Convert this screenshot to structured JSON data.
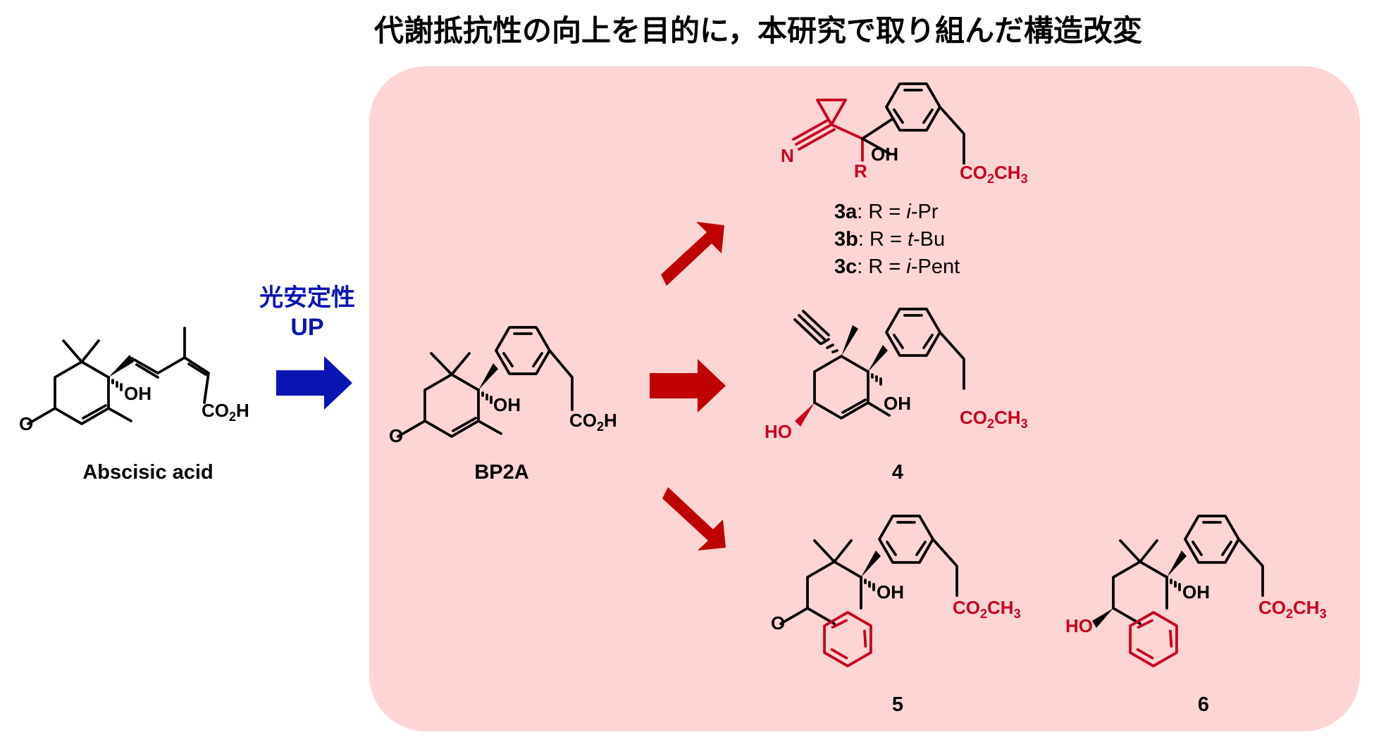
{
  "title": "代謝抵抗性の向上を目的に，本研究で取り組んだ構造改変",
  "arrow_label": {
    "line1": "光安定性",
    "line2": "UP"
  },
  "colors": {
    "panel": "#fdd5d5",
    "highlight": "#c8001e",
    "arrow_blue": "#0a14b4",
    "arrow_red": "#c00000"
  },
  "compounds": {
    "aba": {
      "name": "Abscisic acid"
    },
    "bp2a": {
      "name": "BP2A"
    },
    "c3": {
      "variants": [
        {
          "id": "3a",
          "sep": ": R = ",
          "prefix": "i",
          "rest": "-Pr"
        },
        {
          "id": "3b",
          "sep": ": R = ",
          "prefix": "t",
          "rest": "-Bu"
        },
        {
          "id": "3c",
          "sep": ": R = ",
          "prefix": "i",
          "rest": "-Pent"
        }
      ]
    },
    "c4": {
      "name": "4"
    },
    "c5": {
      "name": "5"
    },
    "c6": {
      "name": "6"
    }
  },
  "atoms": {
    "O": "O",
    "OH": "OH",
    "HO": "HO",
    "N": "N",
    "R": "R",
    "co2h": {
      "a": "CO",
      "b": "2",
      "c": "H"
    },
    "co2ch3": {
      "a": "CO",
      "b": "2",
      "c": "CH",
      "d": "3"
    }
  }
}
